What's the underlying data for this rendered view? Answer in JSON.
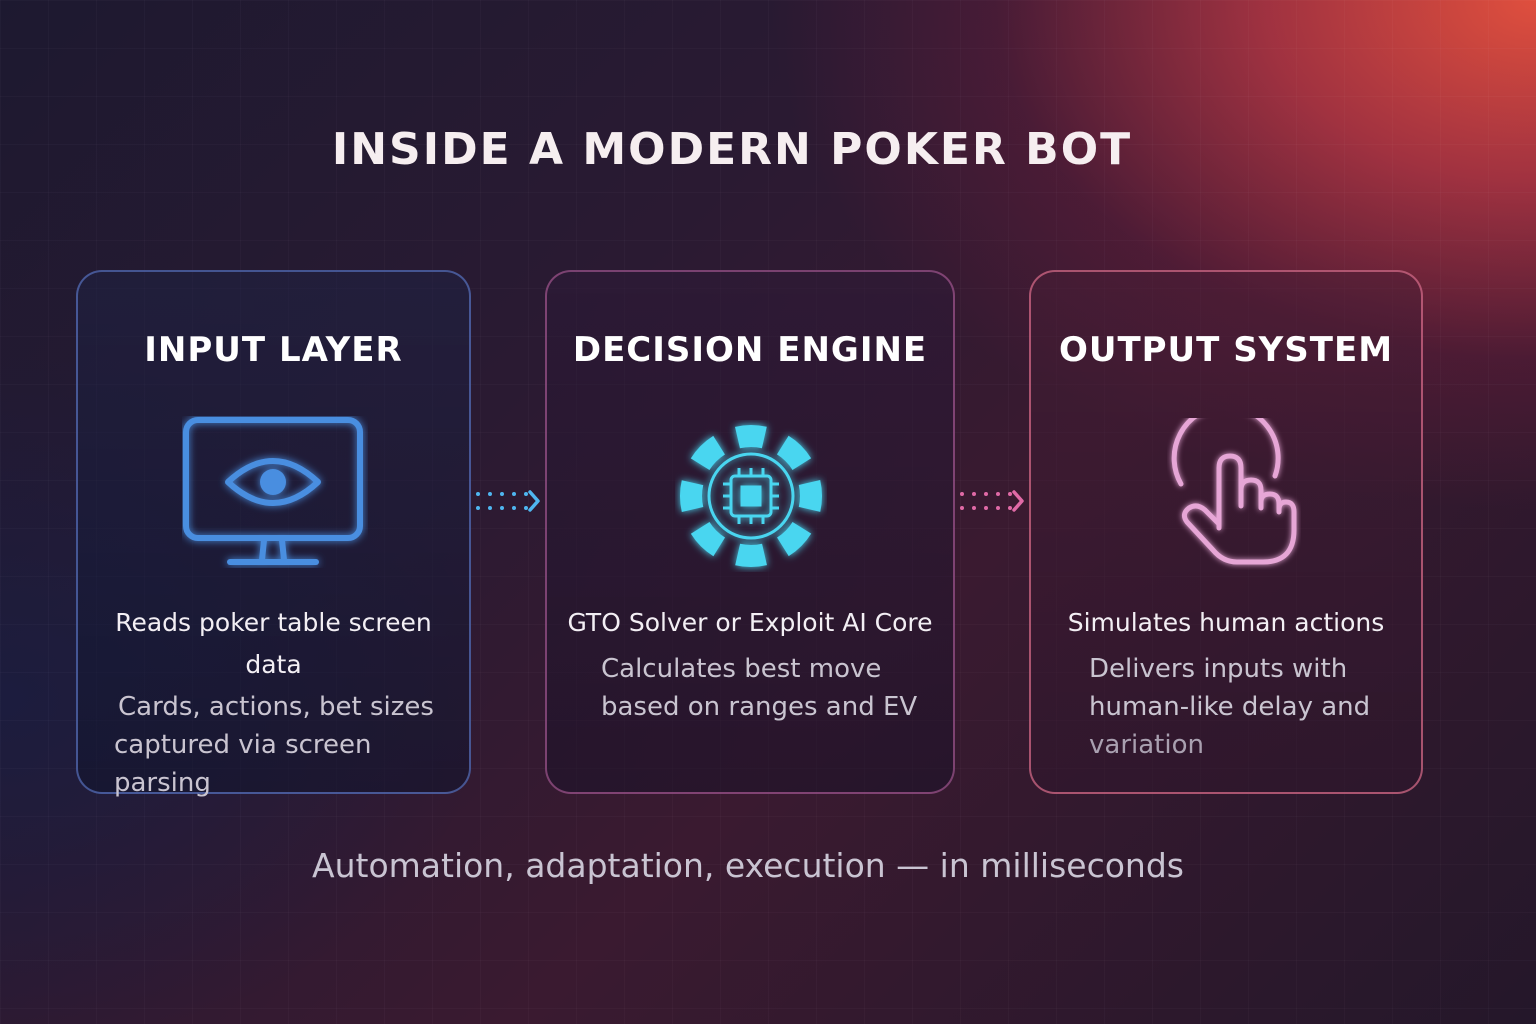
{
  "title": "INSIDE A MODERN POKER BOT",
  "cards": [
    {
      "title": "INPUT LAYER",
      "icon": "monitor-eye-icon",
      "primary": "Reads poker table screen data",
      "secondary_lines": [
        "Cards, actions, bet sizes",
        "captured via screen parsing"
      ]
    },
    {
      "title": "DECISION ENGINE",
      "icon": "chip-processor-icon",
      "primary": "GTO Solver or Exploit AI Core",
      "secondary_lines": [
        "Calculates best move",
        "based on ranges and EV"
      ]
    },
    {
      "title": "OUTPUT SYSTEM",
      "icon": "tap-hand-icon",
      "primary": "Simulates human actions",
      "secondary_lines": [
        "Delivers inputs with",
        "human-like delay and",
        "variation"
      ]
    }
  ],
  "tagline": "Automation, adaptation, execution — in milliseconds",
  "colors": {
    "input_accent": "#4a8ee0",
    "decision_accent": "#4ad6f0",
    "output_accent": "#e6a6d6",
    "arrow_blue": "#4fb6f0",
    "arrow_pink": "#e06aa6"
  }
}
